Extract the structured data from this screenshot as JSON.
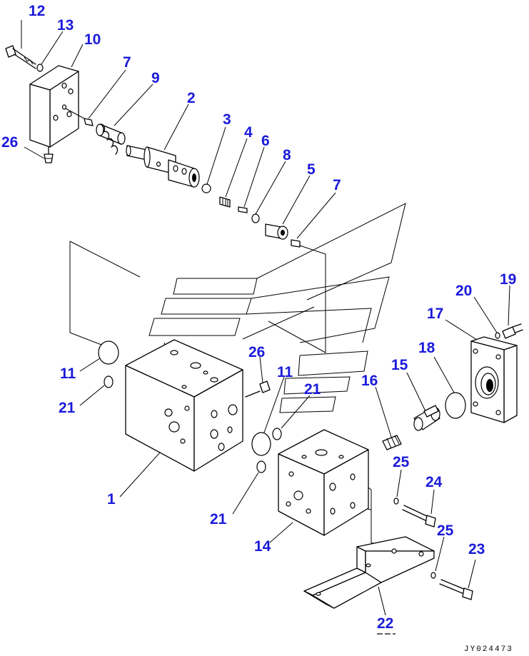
{
  "diagram": {
    "drawing_code": "JY024473",
    "accent_color": "#1a1adb",
    "part_labels": [
      {
        "id": "label-12",
        "text": "12"
      },
      {
        "id": "label-13",
        "text": "13"
      },
      {
        "id": "label-10",
        "text": "10"
      },
      {
        "id": "label-7a",
        "text": "7"
      },
      {
        "id": "label-9",
        "text": "9"
      },
      {
        "id": "label-2",
        "text": "2"
      },
      {
        "id": "label-26a",
        "text": "26"
      },
      {
        "id": "label-3",
        "text": "3"
      },
      {
        "id": "label-4",
        "text": "4"
      },
      {
        "id": "label-6",
        "text": "6"
      },
      {
        "id": "label-8",
        "text": "8"
      },
      {
        "id": "label-5",
        "text": "5"
      },
      {
        "id": "label-7b",
        "text": "7"
      },
      {
        "id": "label-19",
        "text": "19"
      },
      {
        "id": "label-20",
        "text": "20"
      },
      {
        "id": "label-17",
        "text": "17"
      },
      {
        "id": "label-18",
        "text": "18"
      },
      {
        "id": "label-15",
        "text": "15"
      },
      {
        "id": "label-16",
        "text": "16"
      },
      {
        "id": "label-26b",
        "text": "26"
      },
      {
        "id": "label-11a",
        "text": "11"
      },
      {
        "id": "label-11b",
        "text": "11"
      },
      {
        "id": "label-21a",
        "text": "21"
      },
      {
        "id": "label-21b",
        "text": "21"
      },
      {
        "id": "label-21c",
        "text": "21"
      },
      {
        "id": "label-1",
        "text": "1"
      },
      {
        "id": "label-25a",
        "text": "25"
      },
      {
        "id": "label-24",
        "text": "24"
      },
      {
        "id": "label-25b",
        "text": "25"
      },
      {
        "id": "label-23",
        "text": "23"
      },
      {
        "id": "label-14",
        "text": "14"
      },
      {
        "id": "label-22",
        "text": "22"
      }
    ]
  }
}
